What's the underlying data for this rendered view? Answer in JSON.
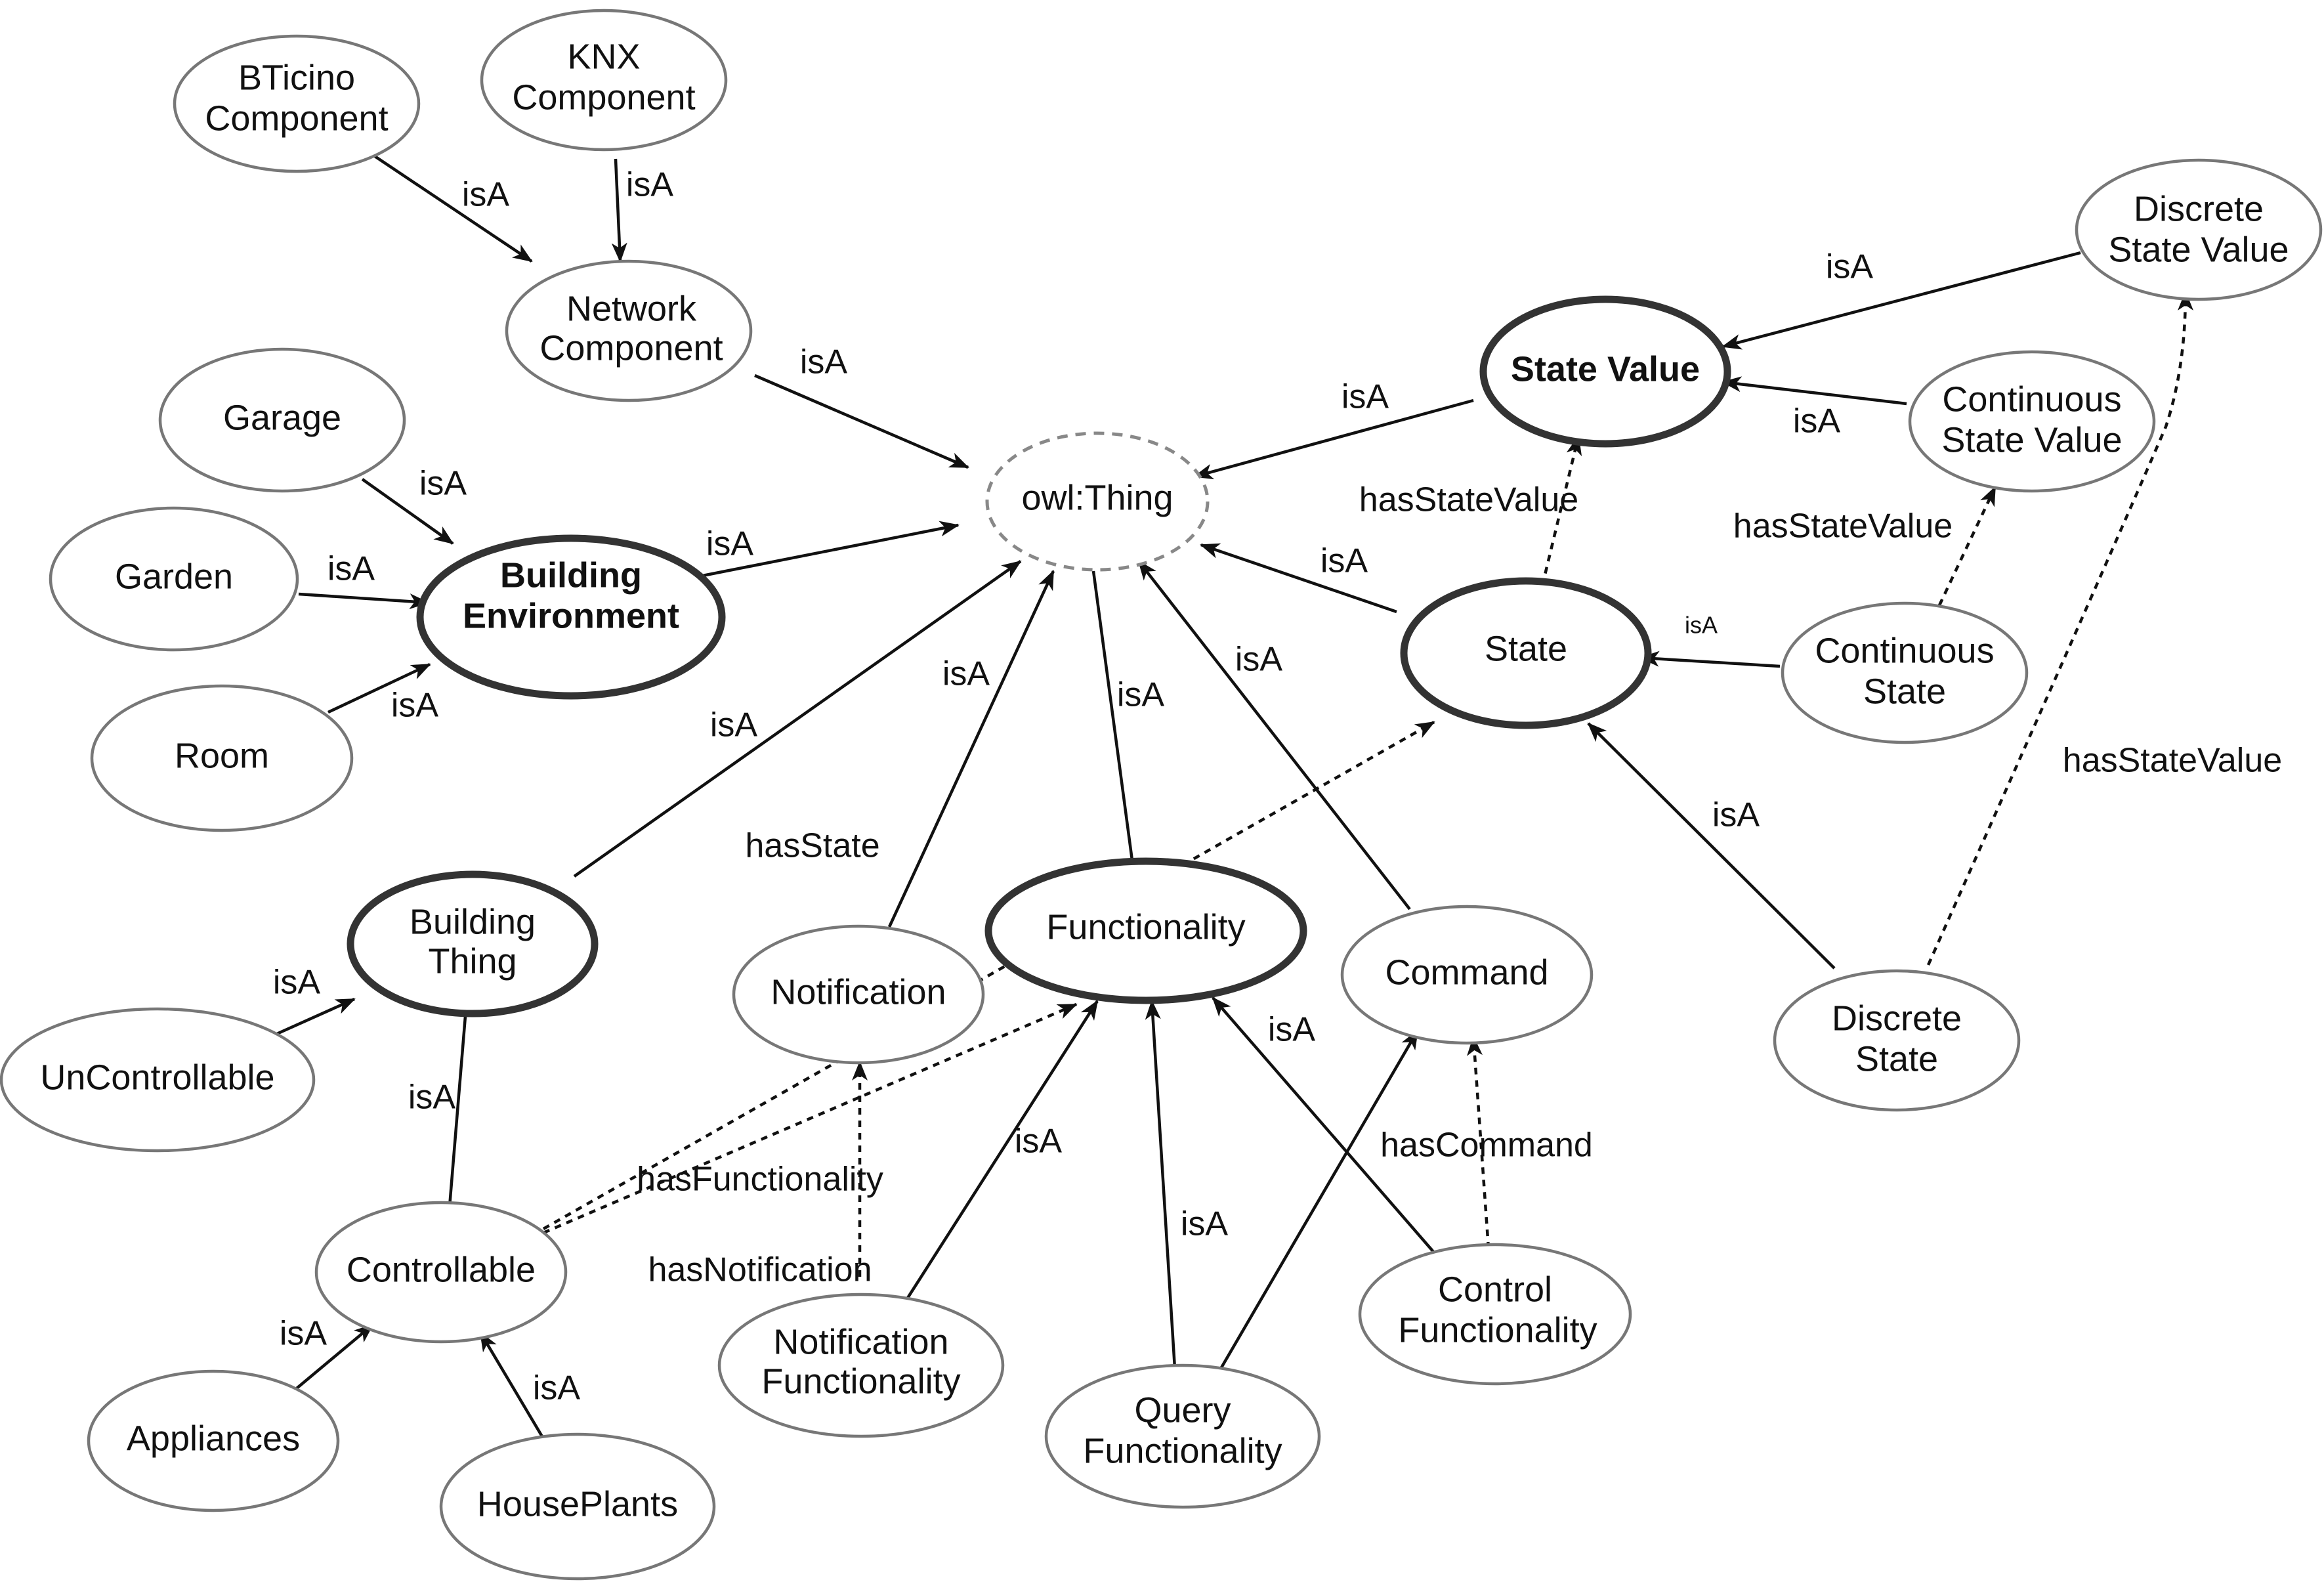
{
  "nodes": {
    "bticino": [
      "BTicino",
      "Component"
    ],
    "knx": [
      "KNX",
      "Component"
    ],
    "network": [
      "Network",
      "Component"
    ],
    "garage": [
      "Garage"
    ],
    "garden": [
      "Garden"
    ],
    "room": [
      "Room"
    ],
    "building_env": [
      "Building",
      "Environment"
    ],
    "owl_thing": [
      "owl:Thing"
    ],
    "state_value": [
      "State Value"
    ],
    "discrete_state_value": [
      "Discrete",
      "State Value"
    ],
    "continuous_state_value": [
      "Continuous",
      "State Value"
    ],
    "state": [
      "State"
    ],
    "continuous_state": [
      "Continuous",
      "State"
    ],
    "discrete_state": [
      "Discrete",
      "State"
    ],
    "building_thing": [
      "Building",
      "Thing"
    ],
    "uncontrollable": [
      "UnControllable"
    ],
    "controllable": [
      "Controllable"
    ],
    "appliances": [
      "Appliances"
    ],
    "houseplants": [
      "HousePlants"
    ],
    "notification": [
      "Notification"
    ],
    "functionality": [
      "Functionality"
    ],
    "command": [
      "Command"
    ],
    "notification_functionality": [
      "Notification",
      "Functionality"
    ],
    "query_functionality": [
      "Query",
      "Functionality"
    ],
    "control_functionality": [
      "Control",
      "Functionality"
    ]
  },
  "edge_labels": {
    "isA": "isA",
    "hasStateValue": "hasStateValue",
    "hasState": "hasState",
    "hasFunctionality": "hasFunctionality",
    "hasNotification": "hasNotification",
    "hasCommand": "hasCommand"
  }
}
